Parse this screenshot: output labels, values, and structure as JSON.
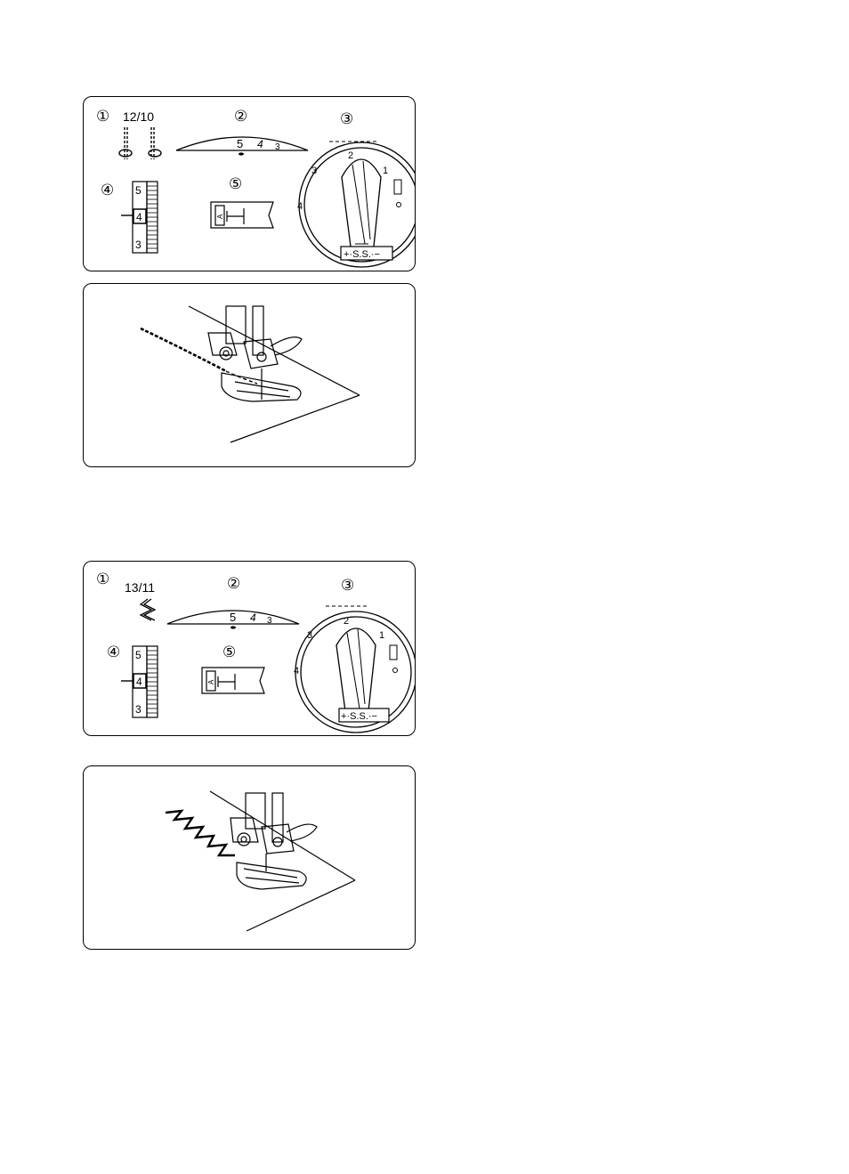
{
  "panels": [
    {
      "marker1": "①",
      "marker2": "②",
      "marker3": "③",
      "marker4": "④",
      "marker5": "⑤",
      "pattern": "12/10",
      "tension": {
        "n1": "5",
        "n2": "4",
        "n3": "3"
      },
      "dial": {
        "n1": "1",
        "n2": "2",
        "n3": "3",
        "n4": "4",
        "ss": "+·S.S.·−"
      },
      "pressure": {
        "top": "5",
        "mid": "4",
        "bottom": "3"
      },
      "foot": "A",
      "stitch_icon": "straight-stitch-icon"
    },
    {
      "marker1": "①",
      "marker2": "②",
      "marker3": "③",
      "marker4": "④",
      "marker5": "⑤",
      "pattern": "13/11",
      "tension": {
        "n1": "5",
        "n2": "4",
        "n3": "3"
      },
      "dial": {
        "n1": "1",
        "n2": "2",
        "n3": "3",
        "n4": "4",
        "ss": "+·S.S.·−"
      },
      "pressure": {
        "top": "5",
        "mid": "4",
        "bottom": "3"
      },
      "foot": "A",
      "stitch_icon": "zigzag-stitch-icon"
    }
  ],
  "illustrations": [
    {
      "name": "straight-stitch-sewing-illustration"
    },
    {
      "name": "zigzag-stitch-sewing-illustration"
    }
  ]
}
